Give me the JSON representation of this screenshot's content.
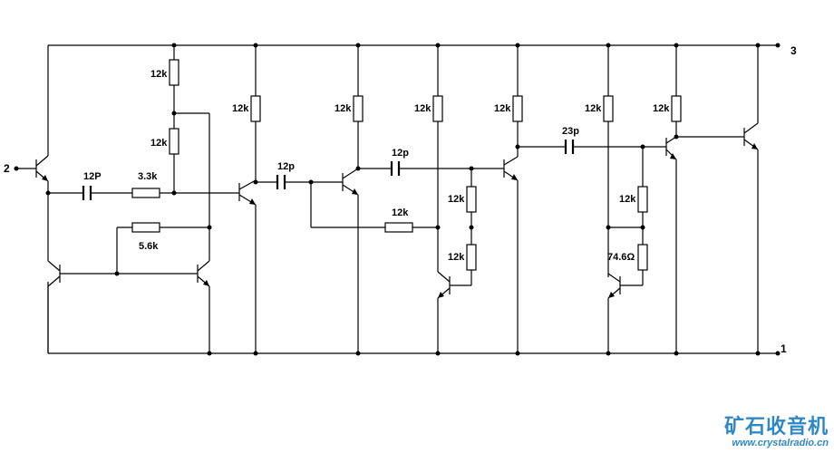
{
  "terminals": {
    "t1": "1",
    "t2": "2",
    "t3": "3"
  },
  "components": {
    "c_in": "12P",
    "r_series": "3.3k",
    "r_div_top": "12k",
    "r_div_bot": "12k",
    "r_fb": "5.6k",
    "r_load2": "12k",
    "c_couple2": "12p",
    "r_load3": "12k",
    "c_couple3": "12p",
    "r_fb3": "12k",
    "r_load4": "12k",
    "r_bias4a": "12k",
    "r_bias4b": "12k",
    "r_load5": "12k",
    "c_couple5": "23p",
    "r_load6": "12k",
    "r_bias6a": "12k",
    "r_bias6b": "74.6Ω",
    "r_load7": "12k"
  },
  "watermark": {
    "title": "矿石收音机",
    "url": "www.crystalradio.cn"
  },
  "colors": {
    "ink": "#000000",
    "watermark": "#2e88c8"
  }
}
